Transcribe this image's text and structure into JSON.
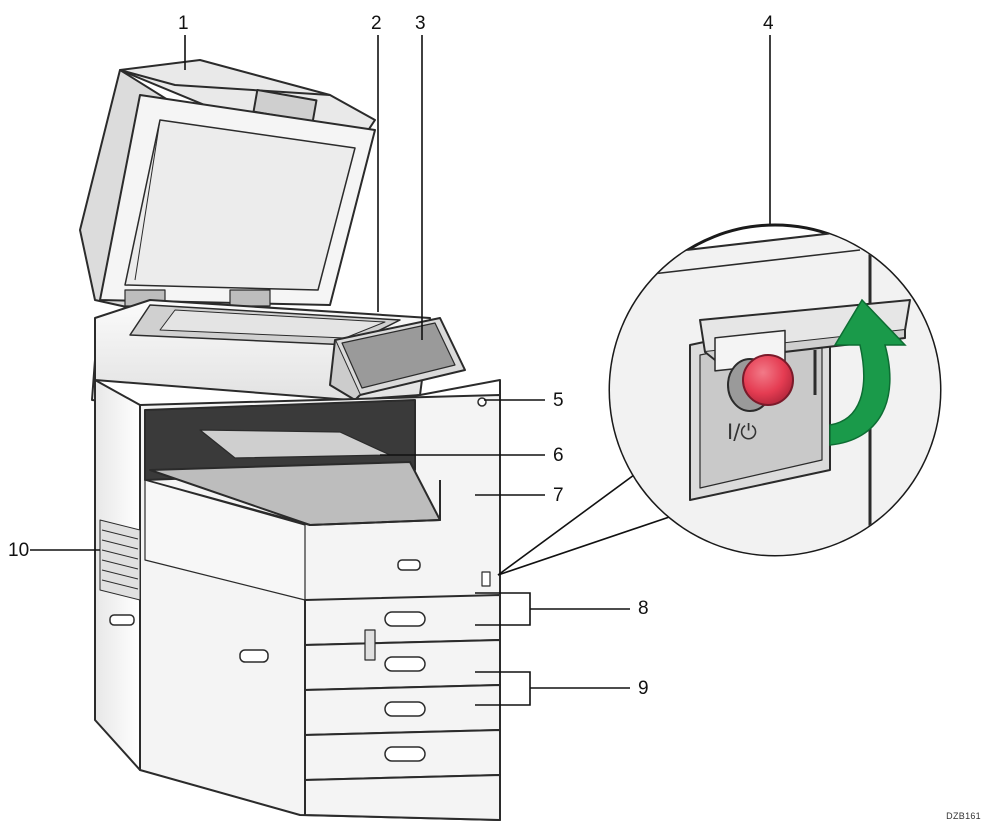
{
  "callouts": [
    {
      "id": "1",
      "label": "1"
    },
    {
      "id": "2",
      "label": "2"
    },
    {
      "id": "3",
      "label": "3"
    },
    {
      "id": "4",
      "label": "4"
    },
    {
      "id": "5",
      "label": "5"
    },
    {
      "id": "6",
      "label": "6"
    },
    {
      "id": "7",
      "label": "7"
    },
    {
      "id": "8",
      "label": "8"
    },
    {
      "id": "9",
      "label": "9"
    },
    {
      "id": "10",
      "label": "10"
    }
  ],
  "power_switch_symbol": "I/⏻",
  "figure_code": "DZB161",
  "colors": {
    "outline": "#2b2b2b",
    "body_fill": "#f4f4f4",
    "shadow_fill": "#d6d6d6",
    "dark_fill": "#3a3a3a",
    "power_button": "#e53c52",
    "arrow_green": "#1a9a4a"
  },
  "icons": [
    "power-symbol-icon",
    "green-curved-arrow-icon"
  ]
}
